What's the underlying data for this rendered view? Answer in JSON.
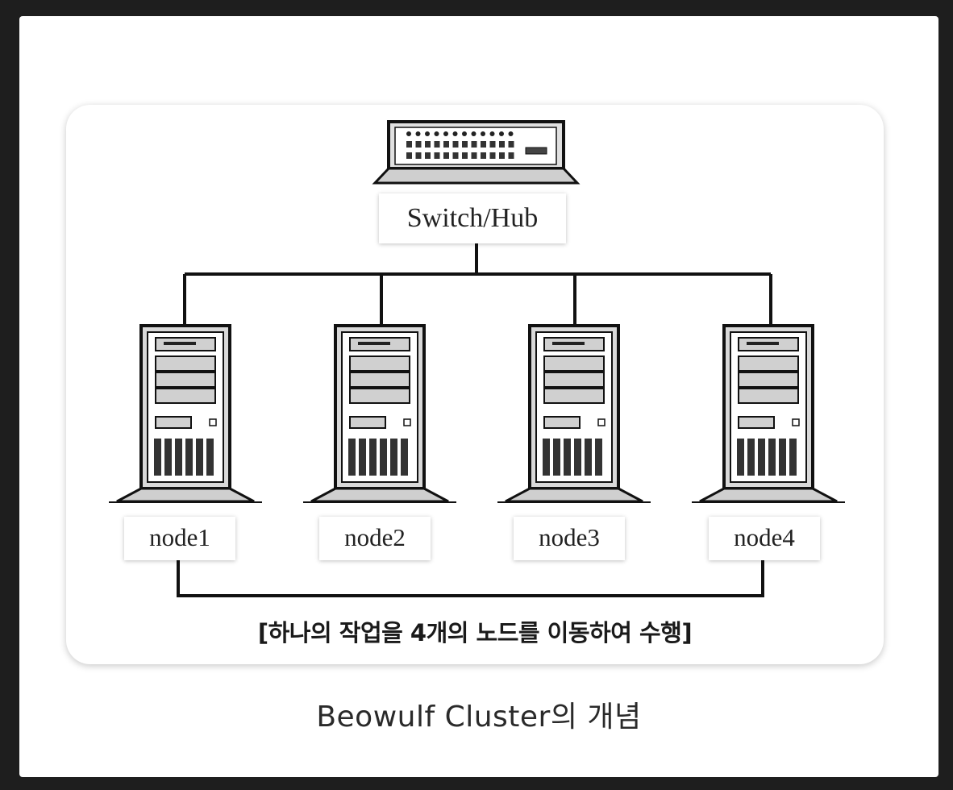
{
  "switch": {
    "label": "Switch/Hub"
  },
  "nodes": [
    {
      "label": "node1"
    },
    {
      "label": "node2"
    },
    {
      "label": "node3"
    },
    {
      "label": "node4"
    }
  ],
  "annotation": "[하나의 작업을 4개의 노드를 이동하여 수행]",
  "caption": "Beowulf  Cluster의  개념",
  "colors": {
    "page_background": "#1e1e1e",
    "card": "#ffffff",
    "line": "#111111",
    "server_fill": "#d9d9d9"
  },
  "icons": [
    "network-switch-icon",
    "server-tower-icon"
  ]
}
